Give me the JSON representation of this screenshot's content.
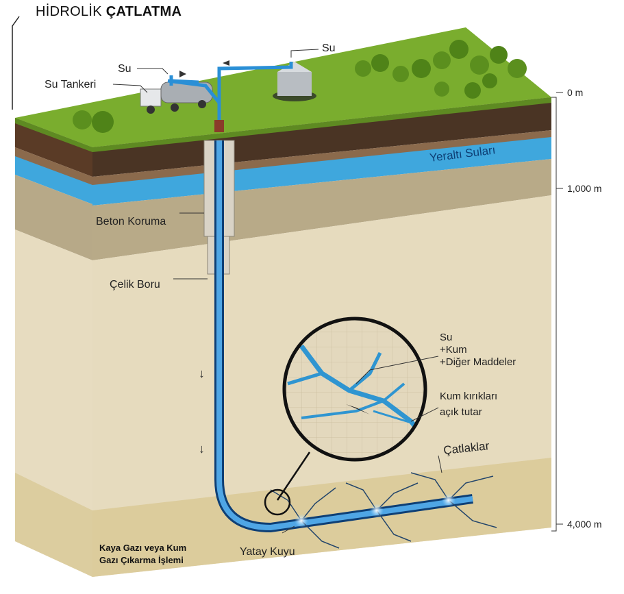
{
  "title": {
    "light": "HİDROLİK",
    "bold": "ÇATLATMA"
  },
  "labels": {
    "water_top": "Su",
    "water_truck": "Su",
    "tanker": "Su Tankeri",
    "groundwater": "Yeraltı Suları",
    "concrete": "Beton Koruma",
    "steel_pipe": "Çelik Boru",
    "cracks": "Çatlaklar",
    "horizontal_well": "Yatay Kuyu",
    "caption_line1": "Kaya Gazı veya Kum",
    "caption_line2": "Gazı Çıkarma İşlemi"
  },
  "magnifier": {
    "line1": "Su",
    "line2": "+Kum",
    "line3": "+Diğer Maddeler",
    "line4": "Kum kırıkları",
    "line5": "açık tutar"
  },
  "depth_scale": [
    "0 m",
    "1,000 m",
    "4,000 m"
  ],
  "colors": {
    "grass": "#7aad2e",
    "soil": "#4a3424",
    "groundwater": "#3fa7dd",
    "rock_light": "#e7dcc0",
    "pipe": "#1f6fb5"
  }
}
